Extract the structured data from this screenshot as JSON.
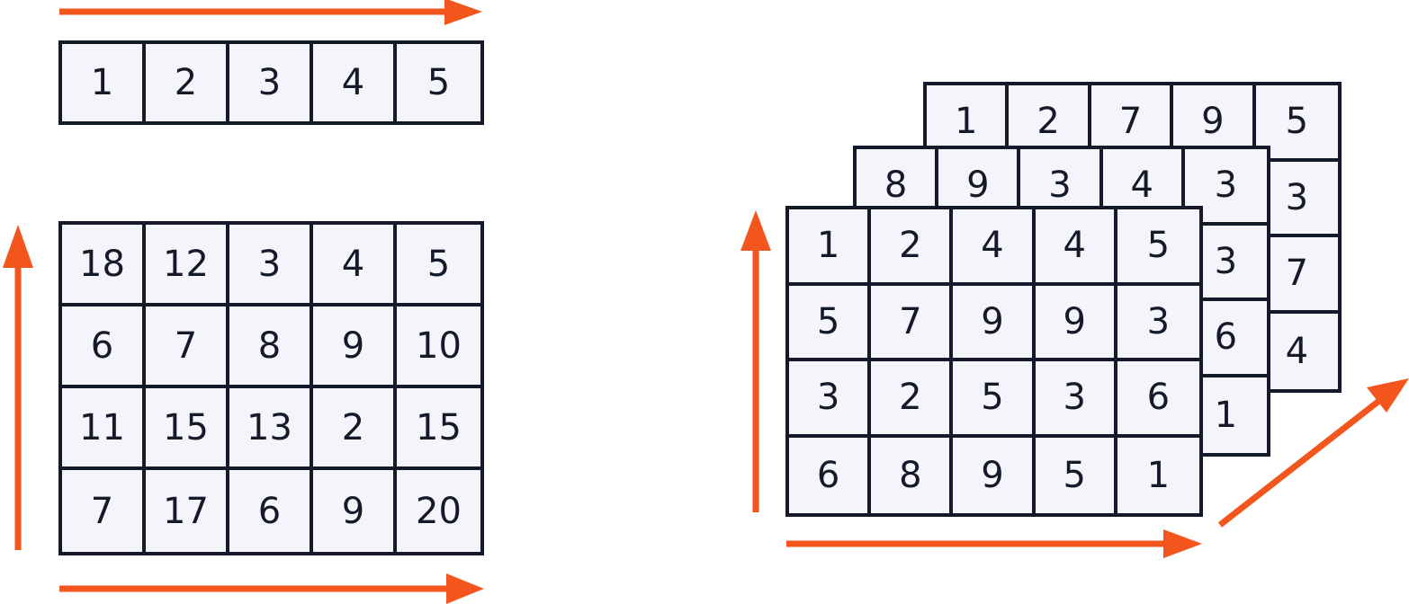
{
  "colors": {
    "arrow": "#f2561d",
    "border": "#141a2a",
    "cell_fill": "#f4f4fa",
    "text": "#141a2a"
  },
  "vector": {
    "values": [
      "1",
      "2",
      "3",
      "4",
      "5"
    ]
  },
  "matrix": {
    "rows": [
      [
        "18",
        "12",
        "3",
        "4",
        "5"
      ],
      [
        "6",
        "7",
        "8",
        "9",
        "10"
      ],
      [
        "11",
        "15",
        "13",
        "2",
        "15"
      ],
      [
        "7",
        "17",
        "6",
        "9",
        "20"
      ]
    ]
  },
  "tensor": {
    "back": {
      "rows": [
        [
          "1",
          "2",
          "7",
          "9",
          "5"
        ],
        [
          "",
          "",
          "",
          "",
          "3"
        ],
        [
          "",
          "",
          "",
          "",
          "7"
        ],
        [
          "",
          "",
          "",
          "",
          "4"
        ]
      ]
    },
    "middle": {
      "rows": [
        [
          "8",
          "9",
          "3",
          "4",
          "3"
        ],
        [
          "",
          "",
          "",
          "",
          "3"
        ],
        [
          "",
          "",
          "",
          "",
          "6"
        ],
        [
          "",
          "",
          "",
          "",
          "1"
        ]
      ]
    },
    "front": {
      "rows": [
        [
          "1",
          "2",
          "4",
          "4",
          "5"
        ],
        [
          "5",
          "7",
          "9",
          "9",
          "3"
        ],
        [
          "3",
          "2",
          "5",
          "3",
          "6"
        ],
        [
          "6",
          "8",
          "9",
          "5",
          "1"
        ]
      ]
    }
  },
  "arrows": [
    "right-arrow-icon",
    "up-arrow-icon",
    "right-arrow-icon",
    "up-arrow-icon",
    "right-arrow-icon",
    "diagonal-arrow-icon"
  ]
}
